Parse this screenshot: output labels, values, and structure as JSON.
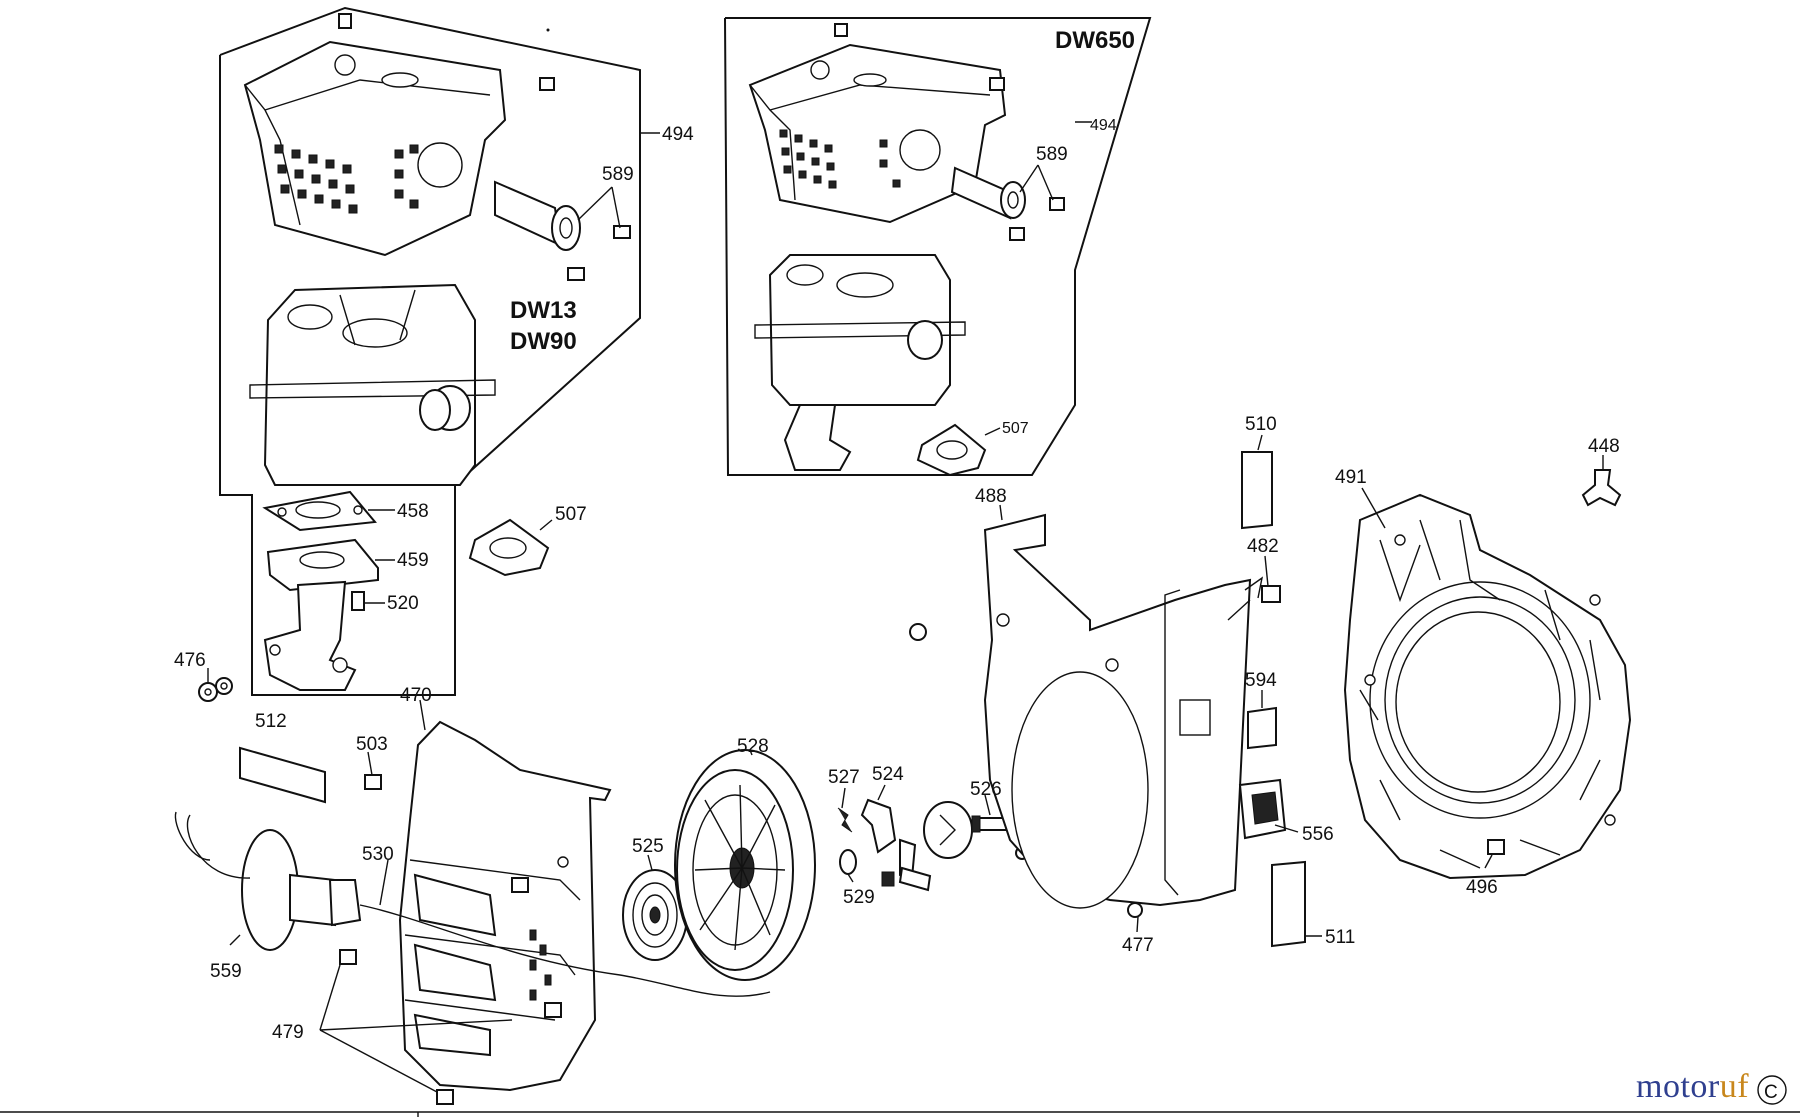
{
  "models": {
    "left_group": [
      "DW13",
      "DW90"
    ],
    "right_group": "DW650"
  },
  "labels": {
    "l494a": "494",
    "l494b": "494",
    "l589a": "589",
    "l589b": "589",
    "l458": "458",
    "l459": "459",
    "l507a": "507",
    "l507b": "507",
    "l520": "520",
    "l476": "476",
    "l470": "470",
    "l512": "512",
    "l503": "503",
    "l530": "530",
    "l559": "559",
    "l479": "479",
    "l525": "525",
    "l528": "528",
    "l527": "527",
    "l524": "524",
    "l529": "529",
    "l526": "526",
    "l488": "488",
    "l510": "510",
    "l482": "482",
    "l594": "594",
    "l556": "556",
    "l511": "511",
    "l477": "477",
    "l491": "491",
    "l448": "448",
    "l496": "496"
  },
  "watermark": {
    "part1": "motor",
    "part2": "uf"
  },
  "corner_mark": "C"
}
